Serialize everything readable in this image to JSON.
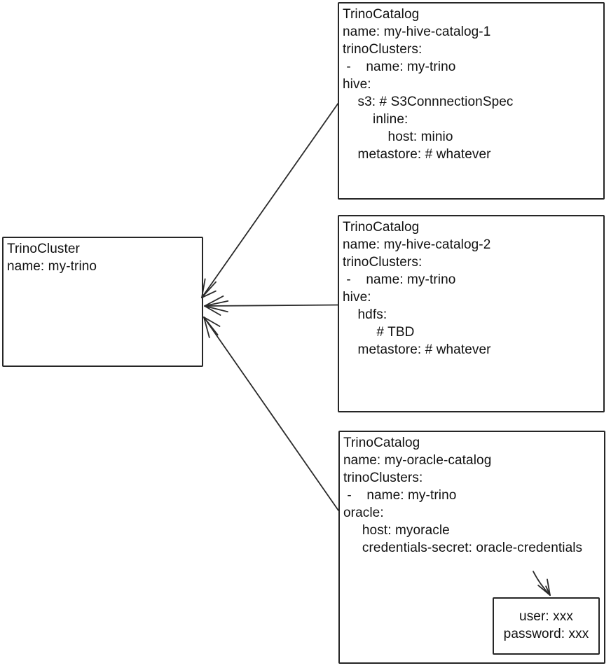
{
  "diagram": {
    "cluster": {
      "lines": [
        "TrinoCluster",
        "name: my-trino"
      ]
    },
    "catalogs": [
      {
        "id": "catalog-1",
        "lines": [
          "TrinoCatalog",
          "name: my-hive-catalog-1",
          "trinoClusters:",
          " -    name: my-trino",
          "hive:",
          "    s3: # S3ConnnectionSpec",
          "        inline:",
          "            host: minio",
          "    metastore: # whatever"
        ]
      },
      {
        "id": "catalog-2",
        "lines": [
          "TrinoCatalog",
          "name: my-hive-catalog-2",
          "trinoClusters:",
          " -    name: my-trino",
          "hive:",
          "    hdfs:",
          "         # TBD",
          "    metastore: # whatever"
        ]
      },
      {
        "id": "catalog-3",
        "lines": [
          "TrinoCatalog",
          "name: my-oracle-catalog",
          "trinoClusters:",
          " -    name: my-trino",
          "oracle:",
          "     host: myoracle",
          "     credentials-secret: oracle-credentials"
        ]
      }
    ],
    "secret": {
      "lines": [
        "user: xxx",
        "password: xxx"
      ]
    },
    "colors": {
      "background": "#ffffff",
      "line_color": "#2a2a2a",
      "text_color": "#111111"
    }
  }
}
